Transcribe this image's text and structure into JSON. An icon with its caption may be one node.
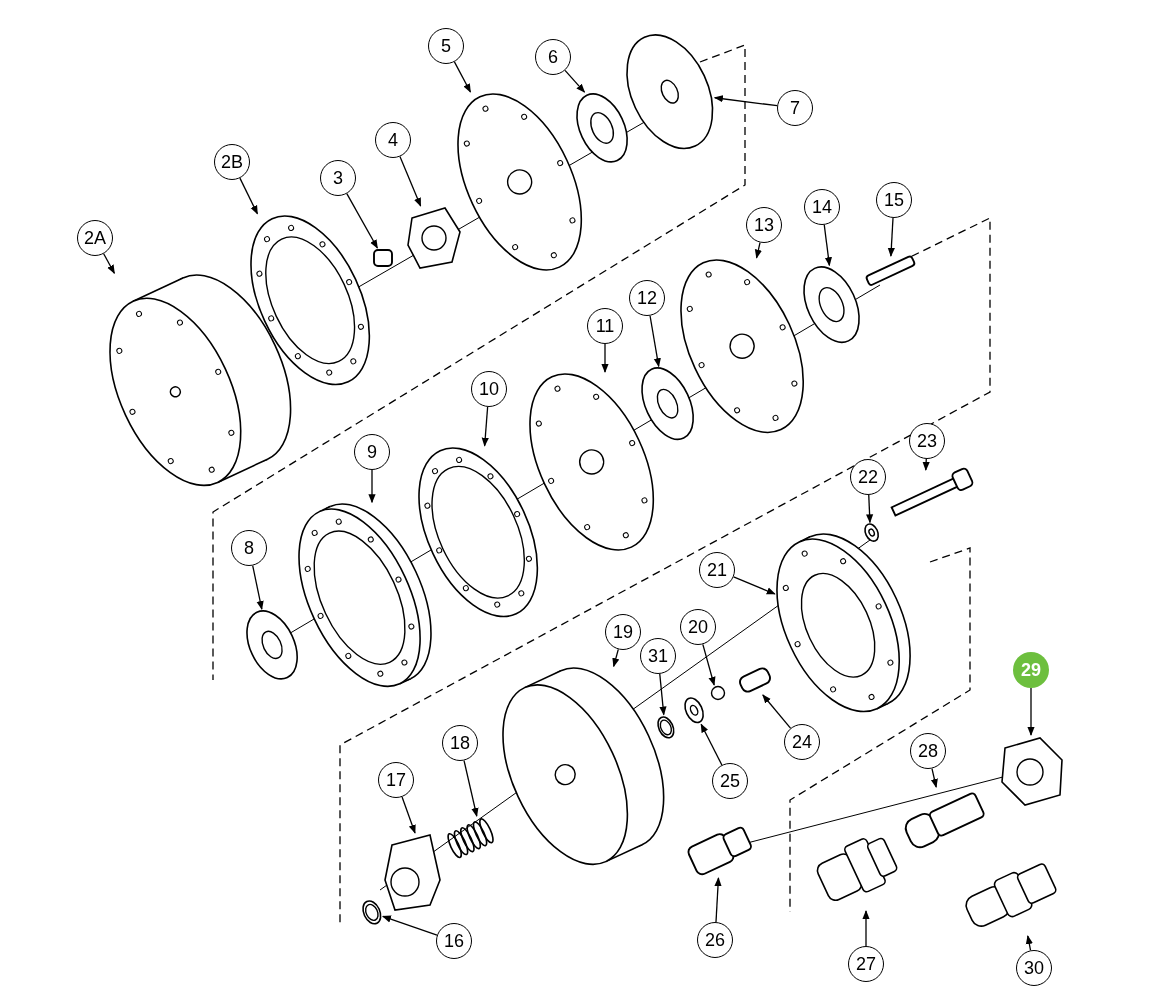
{
  "diagram": {
    "nodes": [
      {
        "text": [
          "2A"
        ]
      },
      {
        "text": [
          "2B"
        ]
      },
      {
        "text": [
          "3"
        ]
      },
      {
        "text": [
          "4"
        ]
      },
      {
        "text": [
          "5"
        ]
      },
      {
        "text": [
          "6"
        ]
      },
      {
        "text": [
          "7"
        ]
      },
      {
        "text": [
          "8"
        ]
      },
      {
        "text": [
          "9"
        ]
      },
      {
        "text": [
          "10"
        ]
      },
      {
        "text": [
          "11"
        ]
      },
      {
        "text": [
          "12"
        ]
      },
      {
        "text": [
          "13"
        ]
      },
      {
        "text": [
          "14"
        ]
      },
      {
        "text": [
          "15"
        ]
      },
      {
        "text": [
          "16"
        ]
      },
      {
        "text": [
          "17"
        ]
      },
      {
        "text": [
          "18"
        ]
      },
      {
        "text": [
          "19"
        ]
      },
      {
        "text": [
          "20"
        ]
      },
      {
        "text": [
          "21"
        ]
      },
      {
        "text": [
          "22"
        ]
      },
      {
        "text": [
          "23"
        ]
      },
      {
        "text": [
          "24"
        ]
      },
      {
        "text": [
          "25"
        ]
      },
      {
        "text": [
          "26"
        ]
      },
      {
        "text": [
          "27"
        ]
      },
      {
        "text": [
          "28"
        ]
      },
      {
        "text": [
          "29"
        ]
      },
      {
        "text": [
          "30"
        ]
      },
      {
        "text": [
          "31"
        ]
      },
      {
        "text": [],
        "shape": "picture"
      },
      {
        "text": [],
        "shape": "picture"
      },
      {
        "text": [],
        "shape": "box"
      },
      {
        "text": [],
        "shape": "picture"
      },
      {
        "text": [],
        "shape": "picture"
      },
      {
        "text": [],
        "shape": "picture"
      },
      {
        "text": [],
        "shape": "picture"
      },
      {
        "text": [],
        "shape": "picture"
      },
      {
        "text": [],
        "shape": "picture"
      },
      {
        "text": [],
        "shape": "picture"
      },
      {
        "text": [],
        "shape": "picture"
      },
      {
        "text": [],
        "shape": "picture"
      },
      {
        "text": [],
        "shape": "picture"
      },
      {
        "text": [],
        "shape": "picture"
      },
      {
        "text": [],
        "shape": "box"
      },
      {
        "text": [],
        "shape": "picture"
      },
      {
        "text": [],
        "shape": "picture"
      },
      {
        "text": [],
        "shape": "picture"
      },
      {
        "text": [],
        "shape": "picture"
      },
      {
        "text": [],
        "shape": "circle"
      },
      {
        "text": [],
        "shape": "picture"
      },
      {
        "text": [],
        "shape": "picture"
      },
      {
        "text": [],
        "shape": "box"
      },
      {
        "text": [],
        "shape": "box"
      },
      {
        "text": [],
        "shape": "picture"
      },
      {
        "text": [],
        "shape": "box"
      },
      {
        "text": [],
        "shape": "picture"
      },
      {
        "text": [],
        "shape": "box"
      },
      {
        "text": [],
        "shape": "picture"
      },
      {
        "text": [],
        "shape": "picture"
      },
      {
        "text": [],
        "shape": "picture"
      }
    ],
    "edges": [
      {
        "from": 0,
        "to": 31,
        "arrow": "to"
      },
      {
        "from": 1,
        "to": 32,
        "arrow": "to"
      },
      {
        "from": 2,
        "to": 33,
        "arrow": "to"
      },
      {
        "from": 3,
        "to": 34,
        "arrow": "to"
      },
      {
        "from": 4,
        "to": 35,
        "arrow": "to"
      },
      {
        "from": 5,
        "to": 36,
        "arrow": "to"
      },
      {
        "from": 6,
        "to": 37,
        "arrow": "to"
      },
      {
        "from": 7,
        "to": 38,
        "arrow": "to"
      },
      {
        "from": 8,
        "to": 39,
        "arrow": "to"
      },
      {
        "from": 9,
        "to": 40,
        "arrow": "to"
      },
      {
        "from": 10,
        "to": 41,
        "arrow": "to"
      },
      {
        "from": 11,
        "to": 42,
        "arrow": "to"
      },
      {
        "from": 12,
        "to": 43,
        "arrow": "to"
      },
      {
        "from": 13,
        "to": 44,
        "arrow": "to"
      },
      {
        "from": 14,
        "to": 45,
        "arrow": "to"
      },
      {
        "from": 15,
        "to": 46,
        "arrow": "to"
      },
      {
        "from": 16,
        "to": 47,
        "arrow": "to"
      },
      {
        "from": 17,
        "to": 48,
        "arrow": "to"
      },
      {
        "from": 18,
        "to": 49,
        "arrow": "to"
      },
      {
        "from": 19,
        "to": 50,
        "arrow": "to"
      },
      {
        "from": 20,
        "to": 51,
        "arrow": "to"
      },
      {
        "from": 21,
        "to": 52,
        "arrow": "to"
      },
      {
        "from": 22,
        "to": 53,
        "arrow": "to"
      },
      {
        "from": 23,
        "to": 54,
        "arrow": "to"
      },
      {
        "from": 24,
        "to": 55,
        "arrow": "to"
      },
      {
        "from": 25,
        "to": 56,
        "arrow": "to"
      },
      {
        "from": 26,
        "to": 57,
        "arrow": "to"
      },
      {
        "from": 27,
        "to": 58,
        "arrow": "to"
      },
      {
        "from": 28,
        "to": 59,
        "arrow": "to"
      },
      {
        "from": 29,
        "to": 60,
        "arrow": "to"
      },
      {
        "from": 30,
        "to": 61,
        "arrow": "to"
      }
    ]
  }
}
